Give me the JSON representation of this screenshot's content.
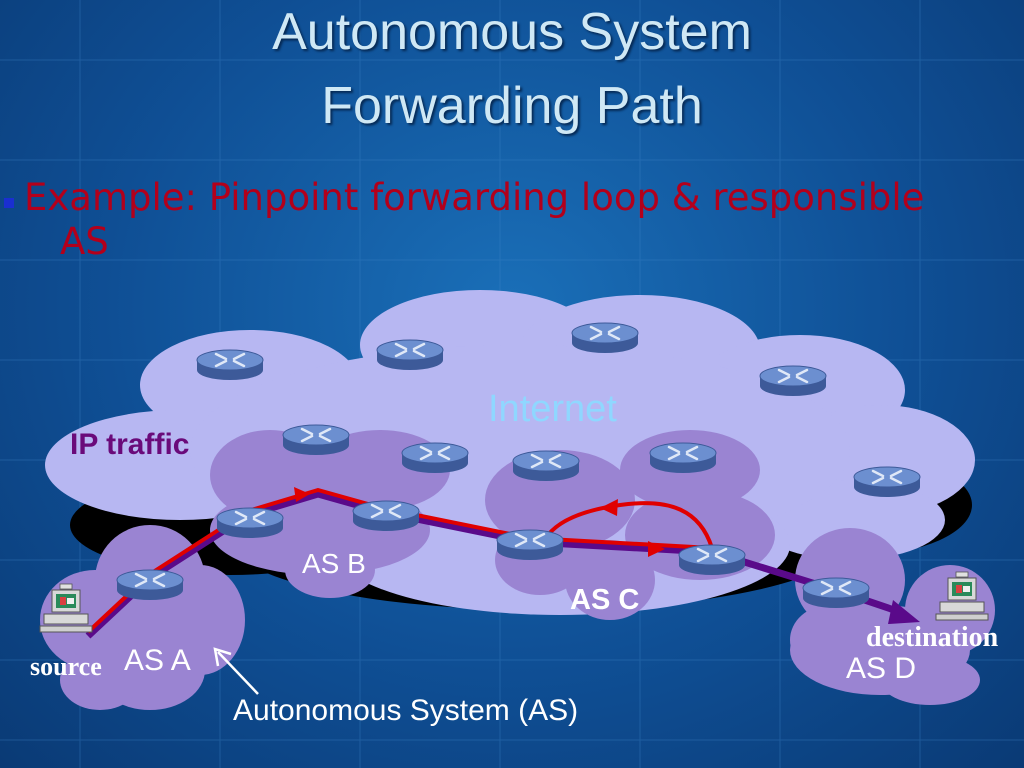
{
  "slide": {
    "title_line1": "Autonomous System",
    "title_line2": "Forwarding Path",
    "example_line1": "Example: Pinpoint forwarding loop & responsible",
    "example_line2": "AS"
  },
  "diagram": {
    "internet_label": "Internet",
    "ip_traffic_label": "IP traffic",
    "as_labels": [
      "AS A",
      "AS B",
      "AS C",
      "AS D"
    ],
    "source_label": "source",
    "destination_label": "destination",
    "callout_label": "Autonomous System (AS)",
    "icons": [
      "router-icon",
      "computer-icon"
    ]
  },
  "colors": {
    "background": "#0f4f95",
    "title": "#cfe8f5",
    "example_text": "#b3001b",
    "internet_cloud": "#b7b7f2",
    "as_cloud": "#9a84d2",
    "router": "#5a7cc0",
    "traffic_path": "#e00000",
    "forward_path": "#5a0a8a",
    "internet_label": "#8fd7ff",
    "ip_traffic_label": "#6a0a7a"
  }
}
